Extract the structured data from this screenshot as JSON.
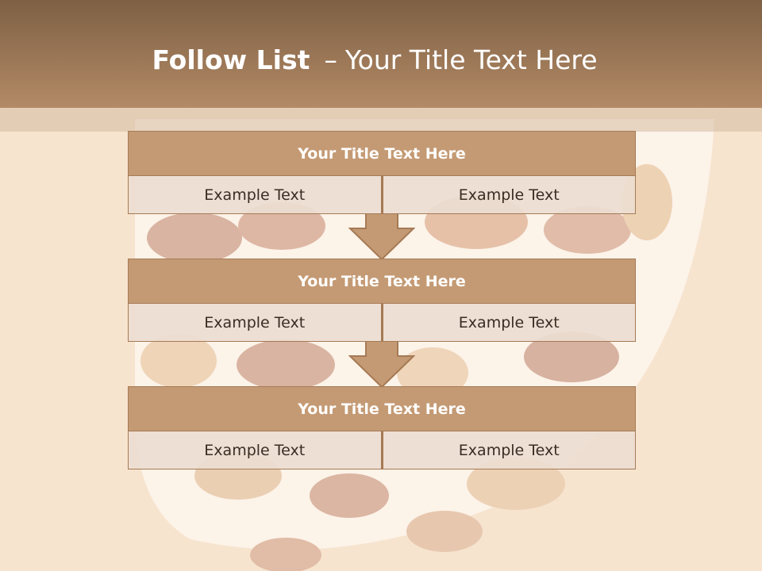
{
  "slide": {
    "title_bold": "Follow List",
    "title_separator": "–",
    "title_rest": "Your Title Text Here"
  },
  "blocks": [
    {
      "title": "Your Title Text Here",
      "left": "Example Text",
      "right": "Example Text"
    },
    {
      "title": "Your Title Text Here",
      "left": "Example Text",
      "right": "Example Text"
    },
    {
      "title": "Your Title Text Here",
      "left": "Example Text",
      "right": "Example Text"
    }
  ],
  "colors": {
    "header": "#9c7654",
    "block_title": "#c49a74",
    "block_border": "#a57a55",
    "block_cell": "#ecddd1",
    "arrow": "#c49a74"
  }
}
